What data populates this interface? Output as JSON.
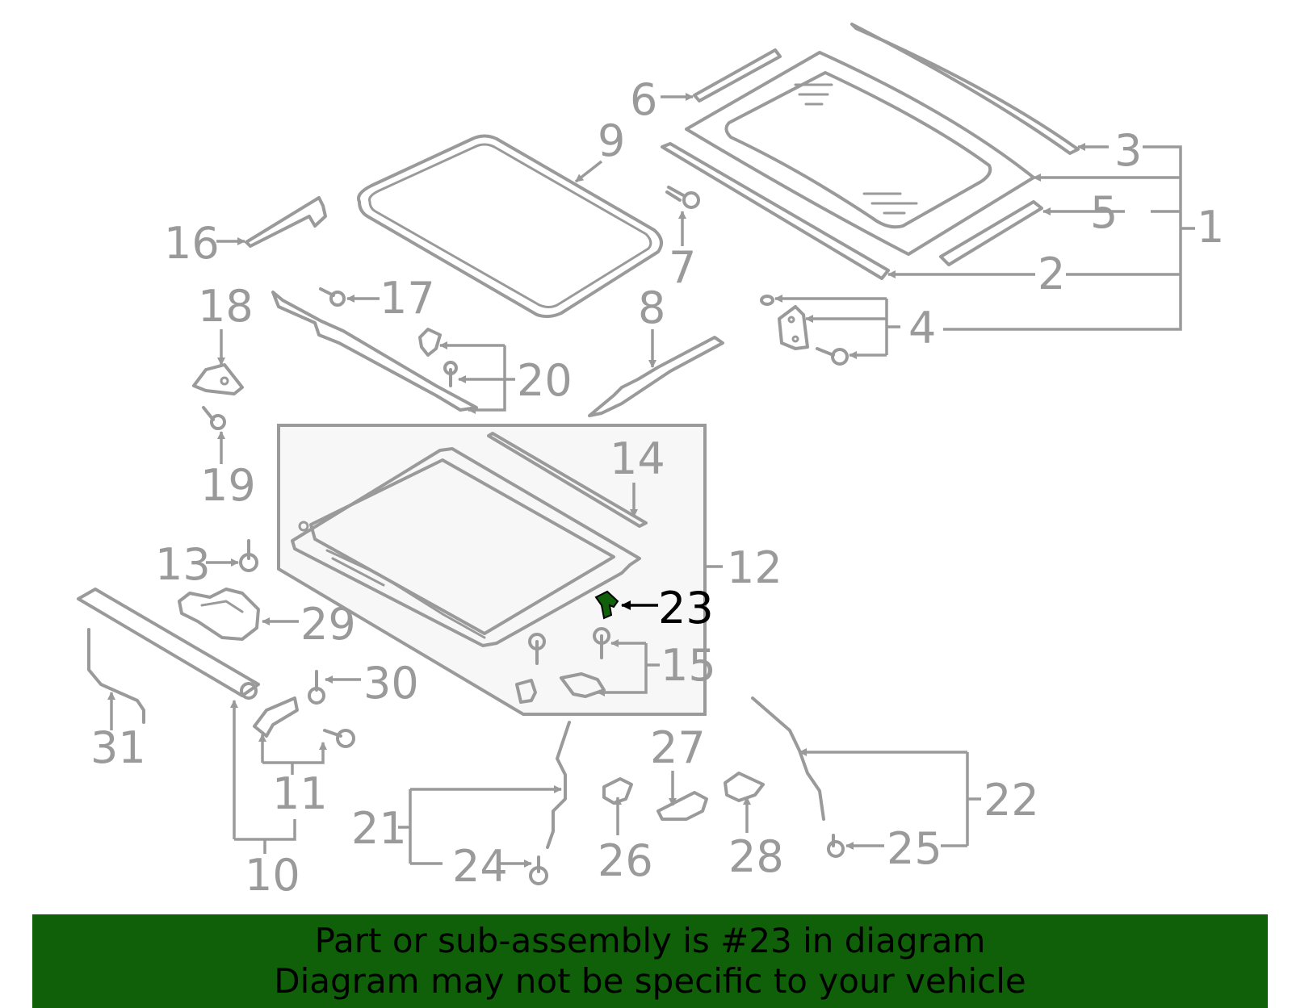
{
  "diagram": {
    "callouts": [
      "1",
      "2",
      "3",
      "4",
      "5",
      "6",
      "7",
      "8",
      "9",
      "10",
      "11",
      "12",
      "13",
      "14",
      "15",
      "16",
      "17",
      "18",
      "19",
      "20",
      "21",
      "22",
      "23",
      "24",
      "25",
      "26",
      "27",
      "28",
      "29",
      "30",
      "31"
    ],
    "highlighted_part": "23",
    "colors": {
      "parts": "#9a9a9a",
      "highlight_part": "#0f6009",
      "highlight_label": "#000000",
      "assembly_box": "#f7f7f7"
    }
  },
  "banner": {
    "line1": "Part or sub-assembly is #23 in diagram",
    "line2": "Diagram may not be specific to your vehicle",
    "background": "#0f6009"
  }
}
